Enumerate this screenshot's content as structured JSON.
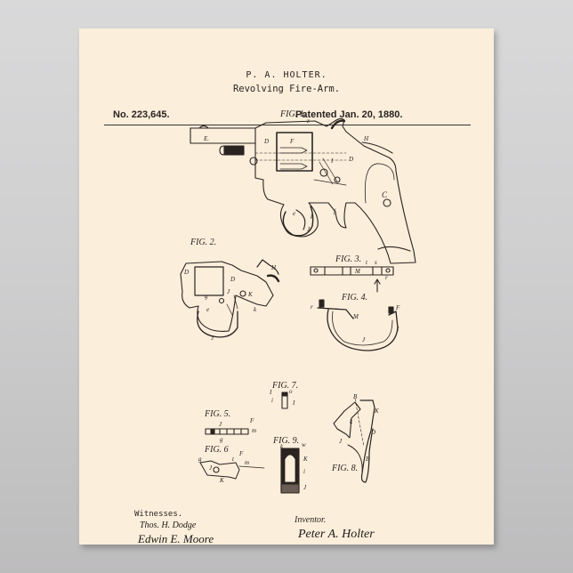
{
  "patent": {
    "inventor_name": "P. A. HOLTER.",
    "title": "Revolving Fire-Arm.",
    "number": "No. 223,645.",
    "patented": "Patented Jan. 20, 1880."
  },
  "figures": [
    {
      "label": "FIG. 1.",
      "letters": [
        "E",
        "D",
        "z",
        "F",
        "H",
        "C",
        "I",
        "f",
        "J",
        "k",
        "e",
        "D"
      ]
    },
    {
      "label": "FIG. 2.",
      "letters": [
        "D",
        "D",
        "H",
        "K",
        "J",
        "g",
        "e",
        "k",
        "f",
        "J"
      ]
    },
    {
      "label": "FIG. 3.",
      "letters": [
        "M",
        "t",
        "s",
        "r"
      ]
    },
    {
      "label": "FIG. 4.",
      "letters": [
        "r",
        "M",
        "F",
        "I",
        "J"
      ]
    },
    {
      "label": "FIG. 5.",
      "letters": [
        "J",
        "F",
        "m",
        "g"
      ]
    },
    {
      "label": "FIG. 6",
      "letters": [
        "F",
        "t",
        "m",
        "g",
        "J",
        "K"
      ]
    },
    {
      "label": "FIG. 7.",
      "letters": [
        "I",
        "o",
        "i",
        "I"
      ]
    },
    {
      "label": "FIG. 8.",
      "letters": [
        "B",
        "K",
        "D",
        "J",
        "B",
        "k"
      ]
    },
    {
      "label": "FIG. 9.",
      "letters": [
        "k",
        "w",
        "K",
        "i",
        "J"
      ]
    }
  ],
  "footer": {
    "witnesses_label": "Witnesses.",
    "witness_1": "Thos. H. Dodge",
    "witness_2": "Edwin E. Moore",
    "inventor_label": "Inventor.",
    "inventor_signature": "Peter A. Holter"
  },
  "colors": {
    "paper": "#fbeedb",
    "ink": "#2a2420",
    "background": "#d3d3d4"
  }
}
